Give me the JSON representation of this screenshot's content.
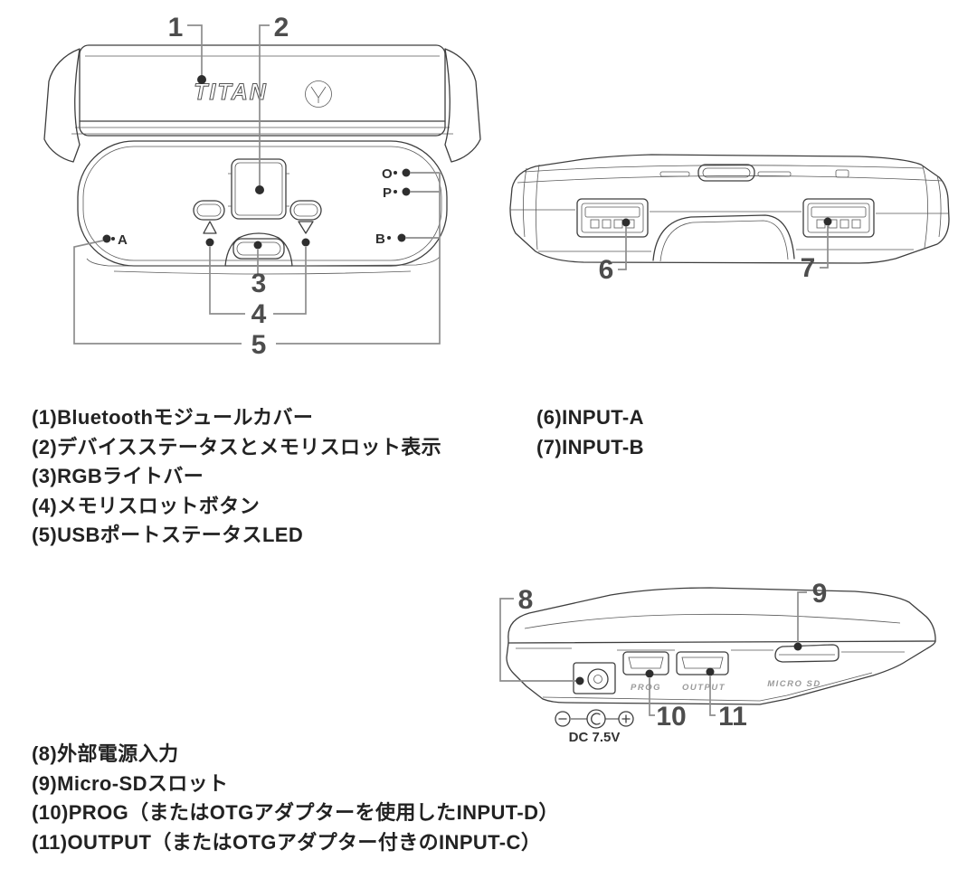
{
  "colors": {
    "background": "#ffffff",
    "line_art": "#3e3e3e",
    "callout_line": "#8d8d8d",
    "callout_number": "#4d4d4d",
    "legend_text": "#222222",
    "engraved_label": "#9a9a9a"
  },
  "front_view": {
    "brand": "TITAN",
    "leds": {
      "a": "A",
      "o": "O",
      "p": "P",
      "b": "B"
    },
    "callouts": {
      "n1": "1",
      "n2": "2",
      "n3": "3",
      "n4": "4",
      "n5": "5"
    }
  },
  "input_view": {
    "callouts": {
      "n6": "6",
      "n7": "7"
    }
  },
  "back_view": {
    "engraved": {
      "prog": "PROG",
      "output": "OUTPUT",
      "microsd": "MICRO SD"
    },
    "power": "DC 7.5V",
    "callouts": {
      "n8": "8",
      "n9": "9",
      "n10": "10",
      "n11": "11"
    }
  },
  "legend_front": [
    {
      "num": "(1)",
      "label": "Bluetoothモジュールカバー"
    },
    {
      "num": "(2)",
      "label": "デバイスステータスとメモリスロット表示"
    },
    {
      "num": "(3)",
      "label": "RGBライトバー"
    },
    {
      "num": "(4)",
      "label": "メモリスロットボタン"
    },
    {
      "num": "(5)",
      "label": "USBポートステータスLED"
    }
  ],
  "legend_inputs": [
    {
      "num": "(6)",
      "label": "INPUT-A"
    },
    {
      "num": "(7)",
      "label": "INPUT-B"
    }
  ],
  "legend_back": [
    {
      "num": "(8)",
      "label": "外部電源入力"
    },
    {
      "num": "(9)",
      "label": "Micro-SDスロット"
    },
    {
      "num": "(10)",
      "label": "PROG（またはOTGアダプターを使用したINPUT-D）"
    },
    {
      "num": "(11)",
      "label": "OUTPUT（またはOTGアダプター付きのINPUT-C）"
    }
  ]
}
